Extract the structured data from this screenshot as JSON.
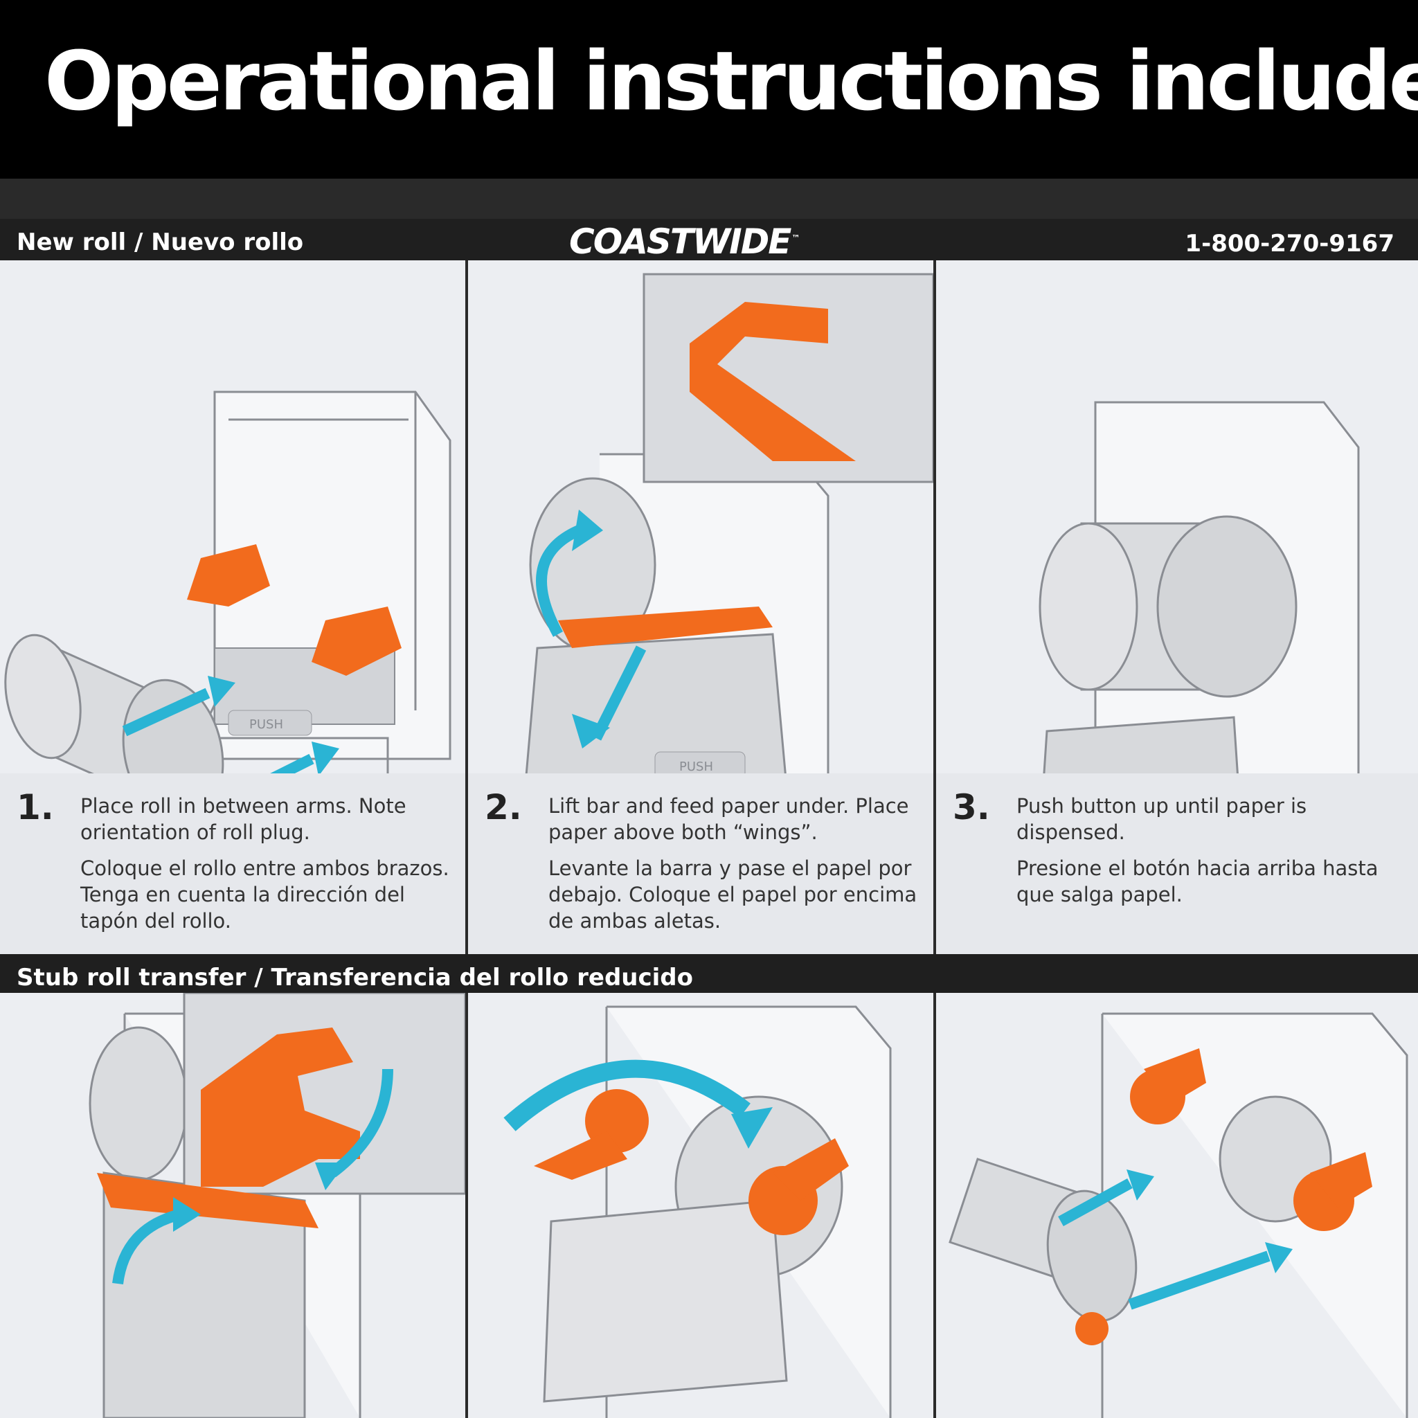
{
  "banner": {
    "title": "Operational instructions included"
  },
  "sheet": {
    "section1_title": "New roll / Nuevo rollo",
    "brand": "COASTWIDE",
    "brand_mark": "™",
    "phone": "1-800-270-9167",
    "section2_title": "Stub roll transfer / Transferencia del rollo reducido",
    "steps": [
      {
        "number": "1.",
        "en": "Place roll in between arms. Note orientation of roll plug.",
        "es": "Coloque el rollo entre ambos brazos. Tenga en cuenta la dirección del tapón del rollo."
      },
      {
        "number": "2.",
        "en": "Lift bar and feed paper under. Place paper above both “wings”.",
        "es": "Levante la barra y pase el papel por debajo.  Coloque el papel por encima de ambas aletas."
      },
      {
        "number": "3.",
        "en": "Push button up until paper is dispensed.",
        "es": "Presione el botón hacia arriba hasta que salga papel."
      }
    ],
    "push_label": "PUSH"
  },
  "colors": {
    "accent": "#f26b1d",
    "arrow": "#2ab4d4",
    "panel": "#eceef2",
    "bar": "#1f1f1f"
  }
}
